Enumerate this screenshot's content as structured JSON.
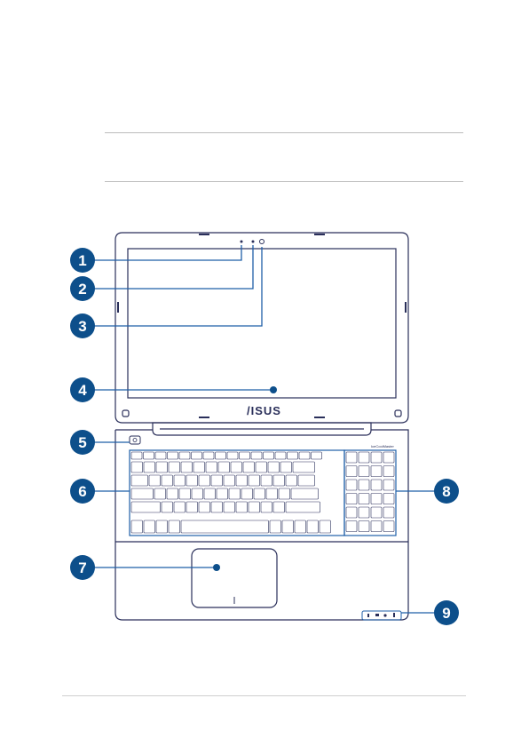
{
  "brand": {
    "logo": "/ISUS",
    "tagline": "IceCoolMaster"
  },
  "callouts": [
    {
      "number": "1"
    },
    {
      "number": "2"
    },
    {
      "number": "3"
    },
    {
      "number": "4"
    },
    {
      "number": "5"
    },
    {
      "number": "6"
    },
    {
      "number": "7"
    },
    {
      "number": "8"
    },
    {
      "number": "9"
    }
  ],
  "colors": {
    "callout": "#0d4f8b",
    "outline": "#2a2f5a",
    "highlight": "#1f5fa8"
  }
}
